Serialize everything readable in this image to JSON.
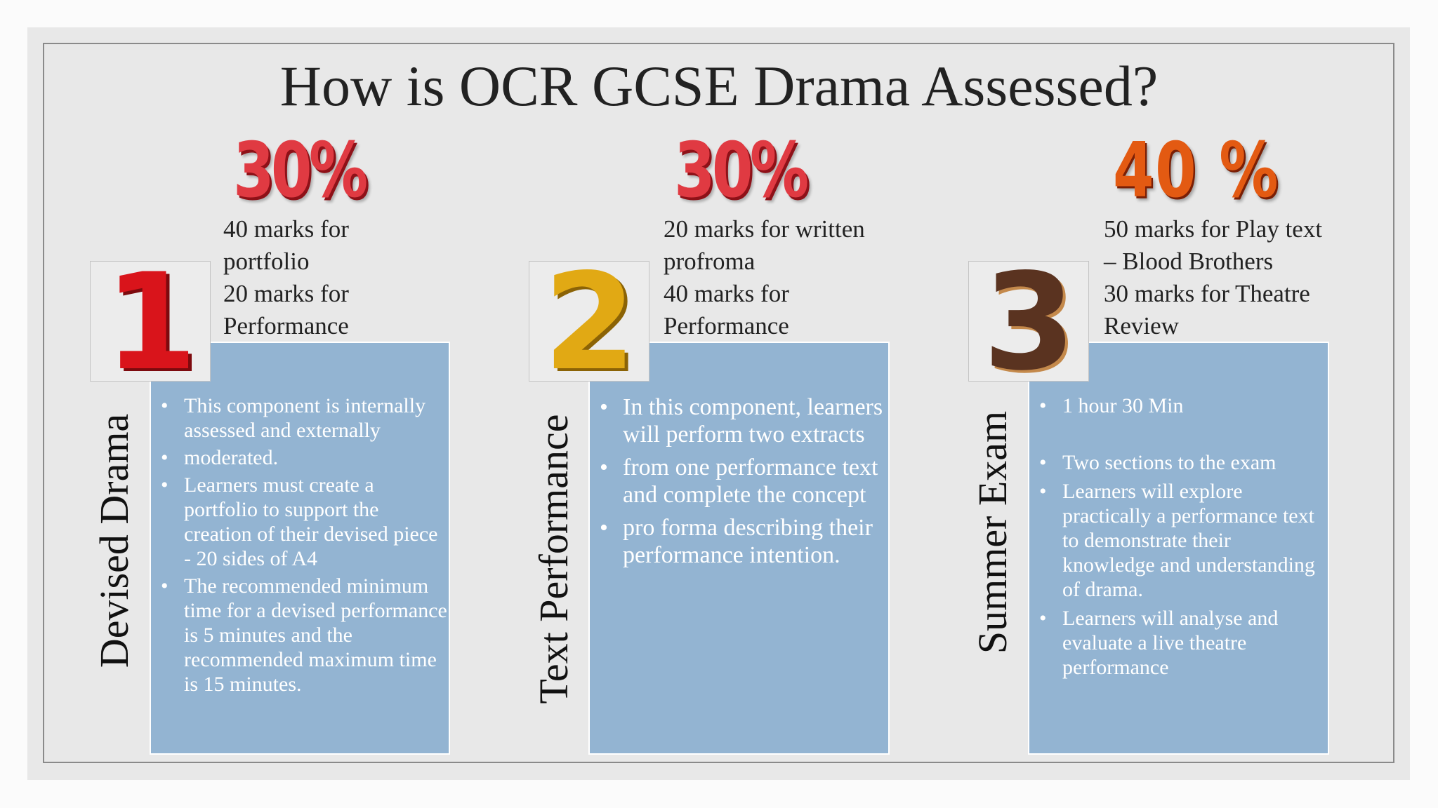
{
  "title": "How is OCR GCSE Drama Assessed?",
  "colors": {
    "panel": "#93b4d2",
    "background": "#e8e8e8",
    "percent_red": "#e03a42",
    "percent_fire": "#e35a12"
  },
  "columns": [
    {
      "percent": "30%",
      "number": "1",
      "marks_lines": [
        "40 marks for",
        "portfolio",
        "20 marks for",
        "Performance"
      ],
      "label": "Devised Drama",
      "bullets": [
        "This component is internally assessed and externally",
        "moderated.",
        "Learners must create a portfolio to support the creation of their devised piece - 20 sides of  A4",
        "The recommended minimum time for a devised performance is 5 minutes and the recommended maximum time is 15 minutes."
      ]
    },
    {
      "percent": "30%",
      "number": "2",
      "marks_lines": [
        "20 marks for written",
        "profroma",
        "40 marks for",
        "Performance"
      ],
      "label": "Text Performance",
      "bullets": [
        "In this component, learners will perform two extracts",
        "from one performance text and complete the concept",
        "pro forma describing their performance intention."
      ]
    },
    {
      "percent": "40 %",
      "number": "3",
      "marks_lines": [
        "50 marks for Play text",
        "– Blood Brothers",
        "30 marks for Theatre",
        "Review"
      ],
      "label": "Summer Exam",
      "bullets": [
        "1 hour 30 Min",
        "Two sections to the exam",
        "Learners will explore practically a performance text to demonstrate their knowledge and understanding of drama.",
        "Learners will analyse and evaluate a live theatre performance"
      ]
    }
  ]
}
